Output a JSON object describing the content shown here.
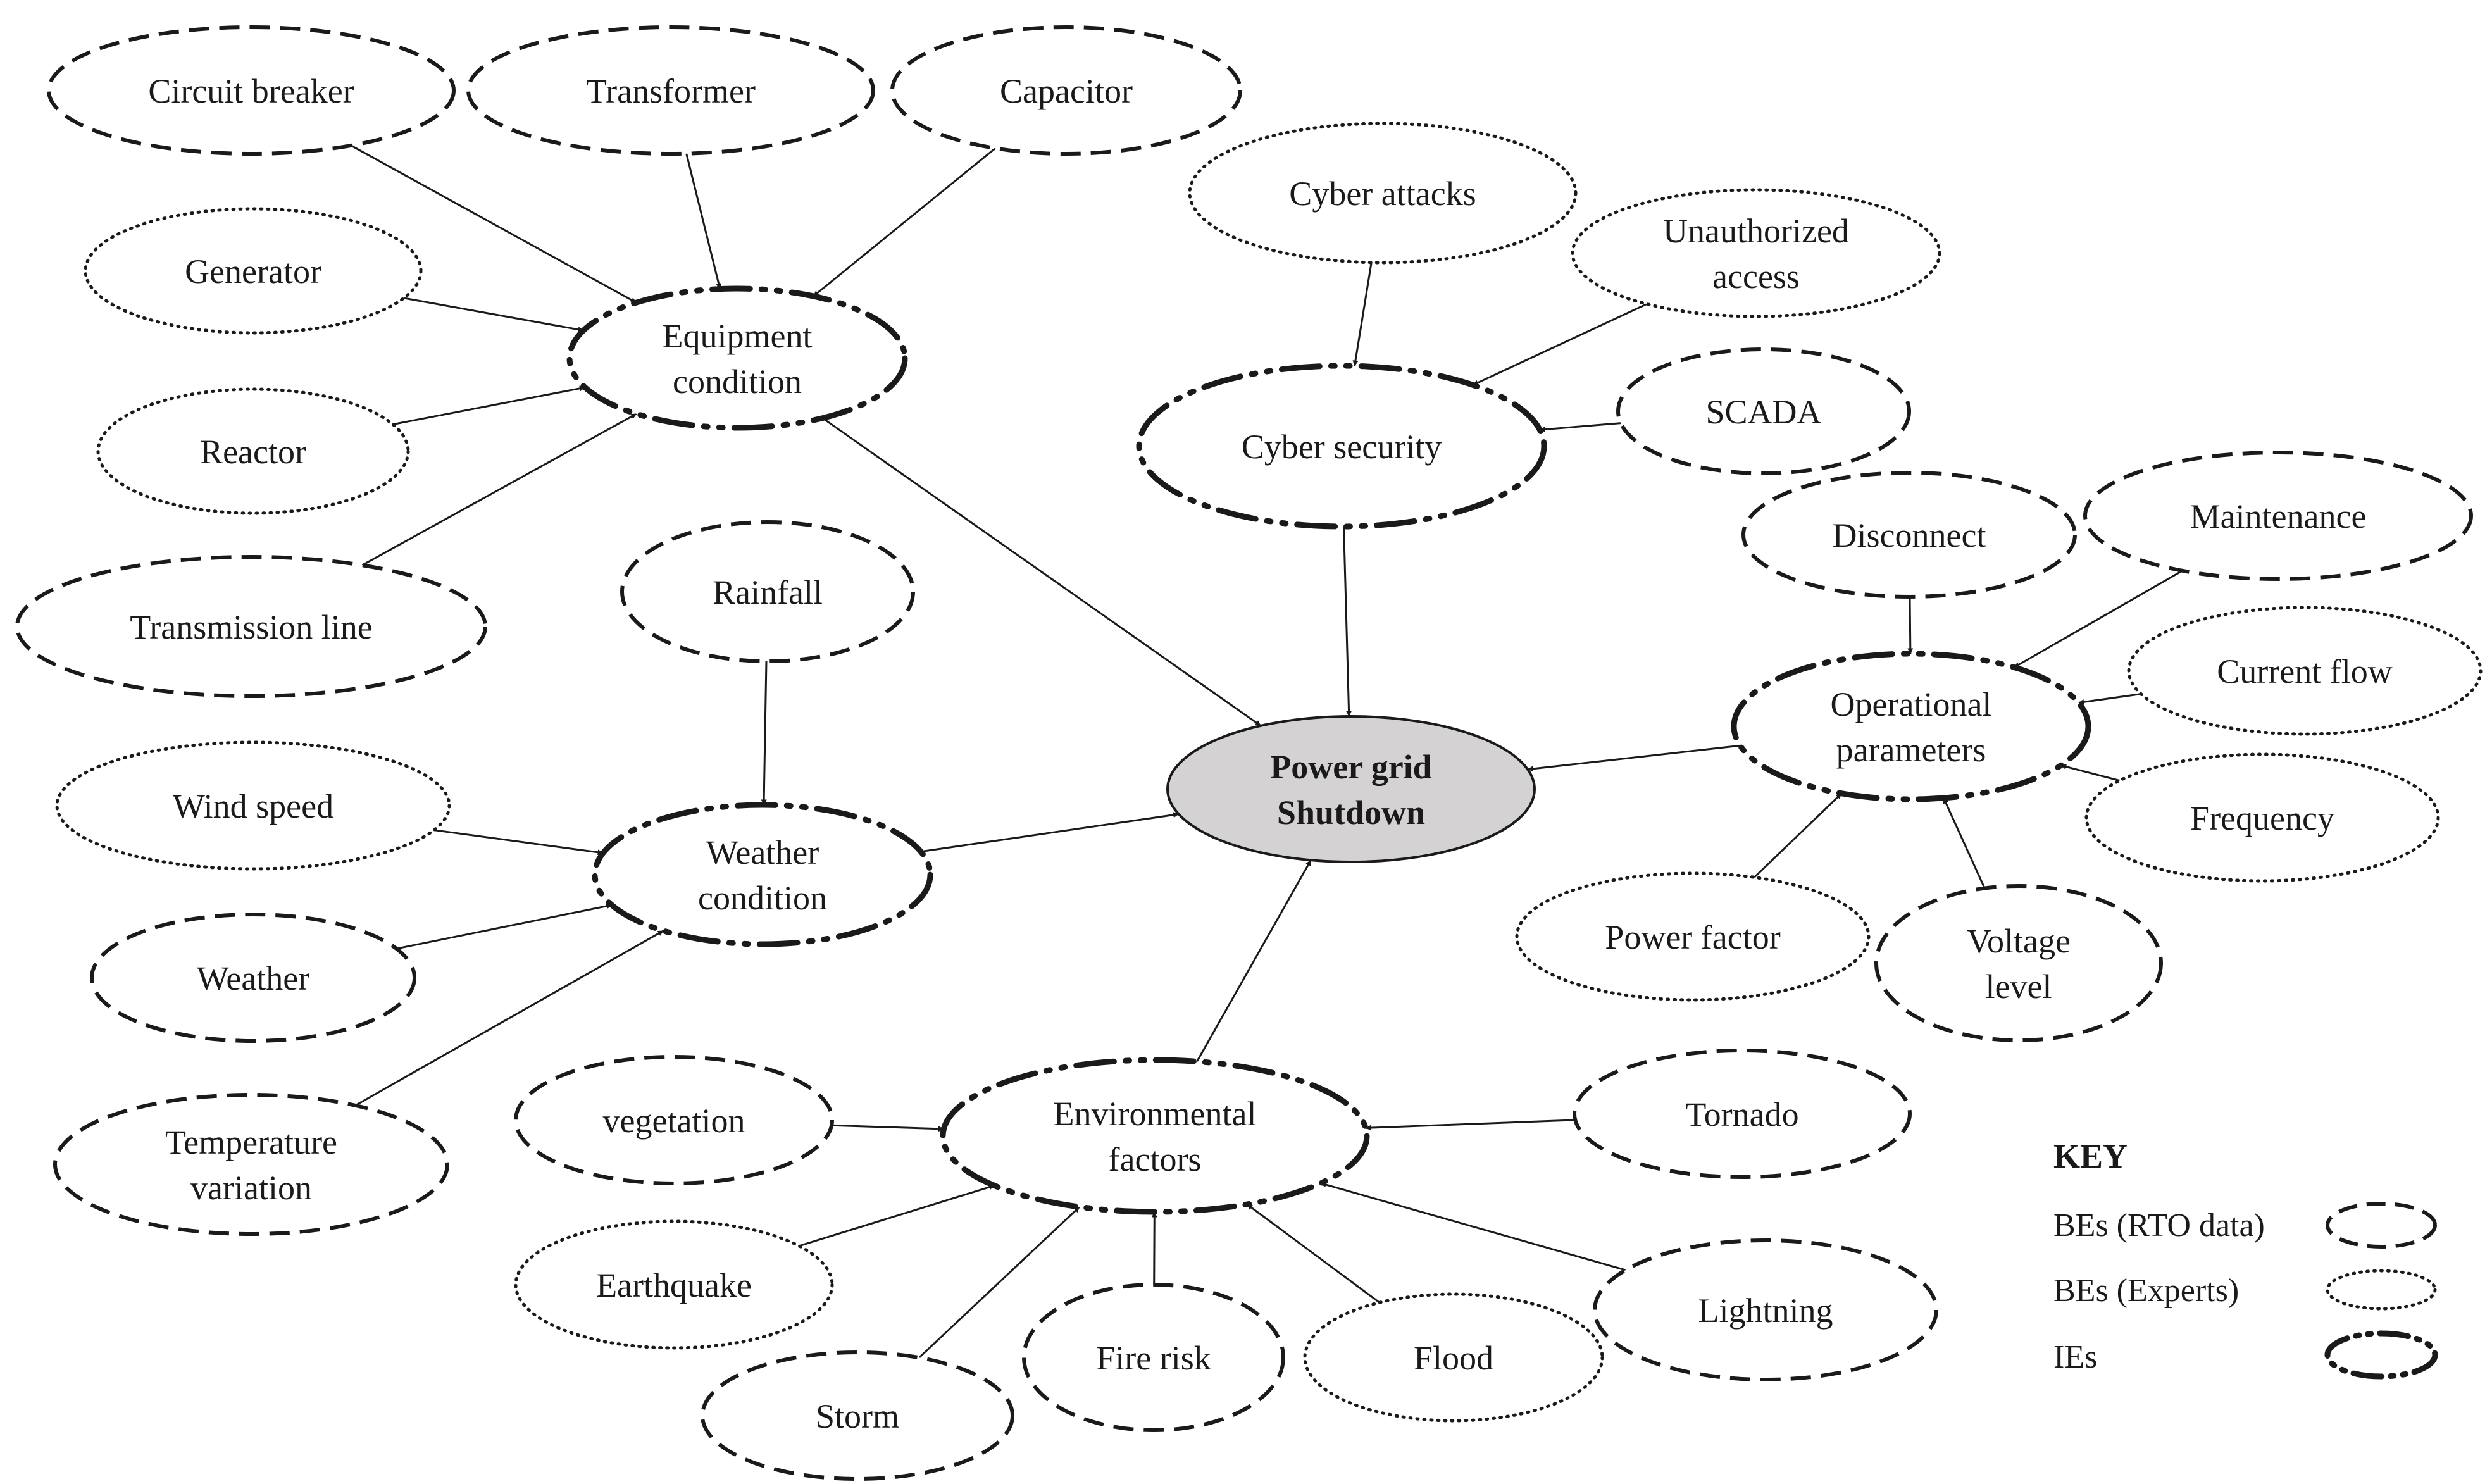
{
  "center": {
    "lines": [
      "Power grid",
      "Shutdown"
    ]
  },
  "nodes": {
    "circuit_breaker": {
      "lines": [
        "Circuit breaker"
      ],
      "type": "rto"
    },
    "transformer": {
      "lines": [
        "Transformer"
      ],
      "type": "rto"
    },
    "capacitor": {
      "lines": [
        "Capacitor"
      ],
      "type": "rto"
    },
    "generator": {
      "lines": [
        "Generator"
      ],
      "type": "expert"
    },
    "reactor": {
      "lines": [
        "Reactor"
      ],
      "type": "expert"
    },
    "transmission_line": {
      "lines": [
        "Transmission line"
      ],
      "type": "rto"
    },
    "equipment_condition": {
      "lines": [
        "Equipment",
        "condition"
      ],
      "type": "ie"
    },
    "cyber_attacks": {
      "lines": [
        "Cyber attacks"
      ],
      "type": "expert"
    },
    "unauthorized_access": {
      "lines": [
        "Unauthorized",
        "access"
      ],
      "type": "expert"
    },
    "scada": {
      "lines": [
        "SCADA"
      ],
      "type": "rto"
    },
    "cyber_security": {
      "lines": [
        "Cyber security"
      ],
      "type": "ie"
    },
    "disconnect": {
      "lines": [
        "Disconnect"
      ],
      "type": "rto"
    },
    "maintenance": {
      "lines": [
        "Maintenance"
      ],
      "type": "rto"
    },
    "current_flow": {
      "lines": [
        "Current flow"
      ],
      "type": "expert"
    },
    "frequency": {
      "lines": [
        "Frequency"
      ],
      "type": "expert"
    },
    "operational_parameters": {
      "lines": [
        "Operational",
        "parameters"
      ],
      "type": "ie"
    },
    "power_factor": {
      "lines": [
        "Power factor"
      ],
      "type": "expert"
    },
    "voltage_level": {
      "lines": [
        "Voltage",
        "level"
      ],
      "type": "rto"
    },
    "rainfall": {
      "lines": [
        "Rainfall"
      ],
      "type": "rto"
    },
    "wind_speed": {
      "lines": [
        "Wind speed"
      ],
      "type": "expert"
    },
    "weather": {
      "lines": [
        "Weather"
      ],
      "type": "rto"
    },
    "temperature_variation": {
      "lines": [
        "Temperature",
        "variation"
      ],
      "type": "rto"
    },
    "weather_condition": {
      "lines": [
        "Weather",
        "condition"
      ],
      "type": "ie"
    },
    "vegetation": {
      "lines": [
        "vegetation"
      ],
      "type": "rto"
    },
    "earthquake": {
      "lines": [
        "Earthquake"
      ],
      "type": "expert"
    },
    "storm": {
      "lines": [
        "Storm"
      ],
      "type": "rto"
    },
    "fire_risk": {
      "lines": [
        "Fire risk"
      ],
      "type": "rto"
    },
    "flood": {
      "lines": [
        "Flood"
      ],
      "type": "expert"
    },
    "lightning": {
      "lines": [
        "Lightning"
      ],
      "type": "rto"
    },
    "tornado": {
      "lines": [
        "Tornado"
      ],
      "type": "rto"
    },
    "environmental_factors": {
      "lines": [
        "Environmental",
        "factors"
      ],
      "type": "ie"
    }
  },
  "edges": [
    [
      "circuit_breaker",
      "equipment_condition"
    ],
    [
      "transformer",
      "equipment_condition"
    ],
    [
      "capacitor",
      "equipment_condition"
    ],
    [
      "generator",
      "equipment_condition"
    ],
    [
      "reactor",
      "equipment_condition"
    ],
    [
      "transmission_line",
      "equipment_condition"
    ],
    [
      "equipment_condition",
      "center"
    ],
    [
      "cyber_attacks",
      "cyber_security"
    ],
    [
      "unauthorized_access",
      "cyber_security"
    ],
    [
      "scada",
      "cyber_security"
    ],
    [
      "cyber_security",
      "center"
    ],
    [
      "disconnect",
      "operational_parameters"
    ],
    [
      "maintenance",
      "operational_parameters"
    ],
    [
      "current_flow",
      "operational_parameters"
    ],
    [
      "frequency",
      "operational_parameters"
    ],
    [
      "power_factor",
      "operational_parameters"
    ],
    [
      "voltage_level",
      "operational_parameters"
    ],
    [
      "operational_parameters",
      "center"
    ],
    [
      "rainfall",
      "weather_condition"
    ],
    [
      "wind_speed",
      "weather_condition"
    ],
    [
      "weather",
      "weather_condition"
    ],
    [
      "temperature_variation",
      "weather_condition"
    ],
    [
      "weather_condition",
      "center"
    ],
    [
      "vegetation",
      "environmental_factors"
    ],
    [
      "earthquake",
      "environmental_factors"
    ],
    [
      "storm",
      "environmental_factors"
    ],
    [
      "fire_risk",
      "environmental_factors"
    ],
    [
      "flood",
      "environmental_factors"
    ],
    [
      "lightning",
      "environmental_factors"
    ],
    [
      "tornado",
      "environmental_factors"
    ],
    [
      "environmental_factors",
      "center"
    ]
  ],
  "key": {
    "title": "KEY",
    "items": [
      {
        "label": "BEs (RTO data)",
        "type": "rto"
      },
      {
        "label": "BEs (Experts)",
        "type": "expert"
      },
      {
        "label": "IEs",
        "type": "ie"
      }
    ]
  }
}
